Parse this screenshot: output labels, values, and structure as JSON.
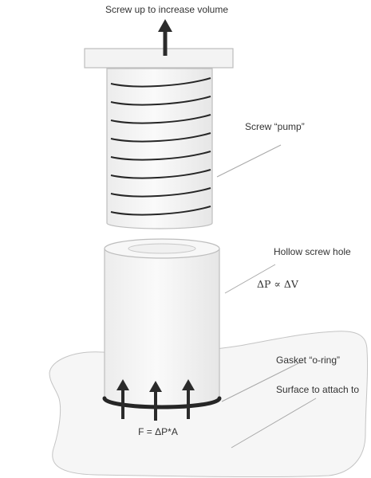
{
  "labels": {
    "top": "Screw up to increase volume",
    "pump": "Screw “pump”",
    "hole": "Hollow screw hole",
    "proportional": "ΔP ∝ ΔV",
    "gasket": "Gasket “o-ring”",
    "surface": "Surface to attach to",
    "force": "F = ΔP*A"
  },
  "colors": {
    "outline": "#bdbdbd",
    "fill": "#f5f5f5",
    "thread": "#262626",
    "arrow": "#2b2b2b",
    "text": "#333333",
    "leader": "#a8a8a8"
  }
}
